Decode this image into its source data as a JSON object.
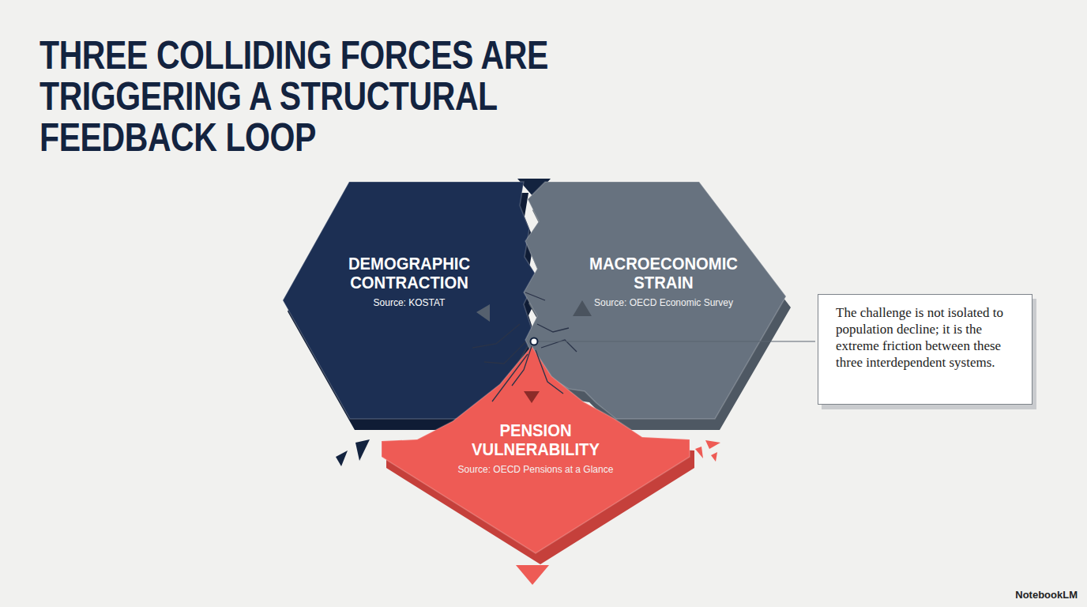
{
  "diagram": {
    "title": "THREE COLLIDING FORCES ARE TRIGGERING A STRUCTURAL FEEDBACK LOOP",
    "nodes": [
      {
        "text": [
          "DEMOGRAPHIC CONTRACTION",
          "Source: KOSTAT"
        ]
      },
      {
        "text": [
          "MACROECONOMIC STRAIN",
          "Source: OECD Economic Survey"
        ]
      },
      {
        "text": [
          "PENSION VULNERABILITY",
          "Source: OECD Pensions at a Glance"
        ]
      },
      {
        "text": [
          "The challenge is not isolated to population decline; it is the extreme friction between these three interdependent systems."
        ]
      }
    ],
    "labels": [
      "NotebookLM"
    ]
  }
}
